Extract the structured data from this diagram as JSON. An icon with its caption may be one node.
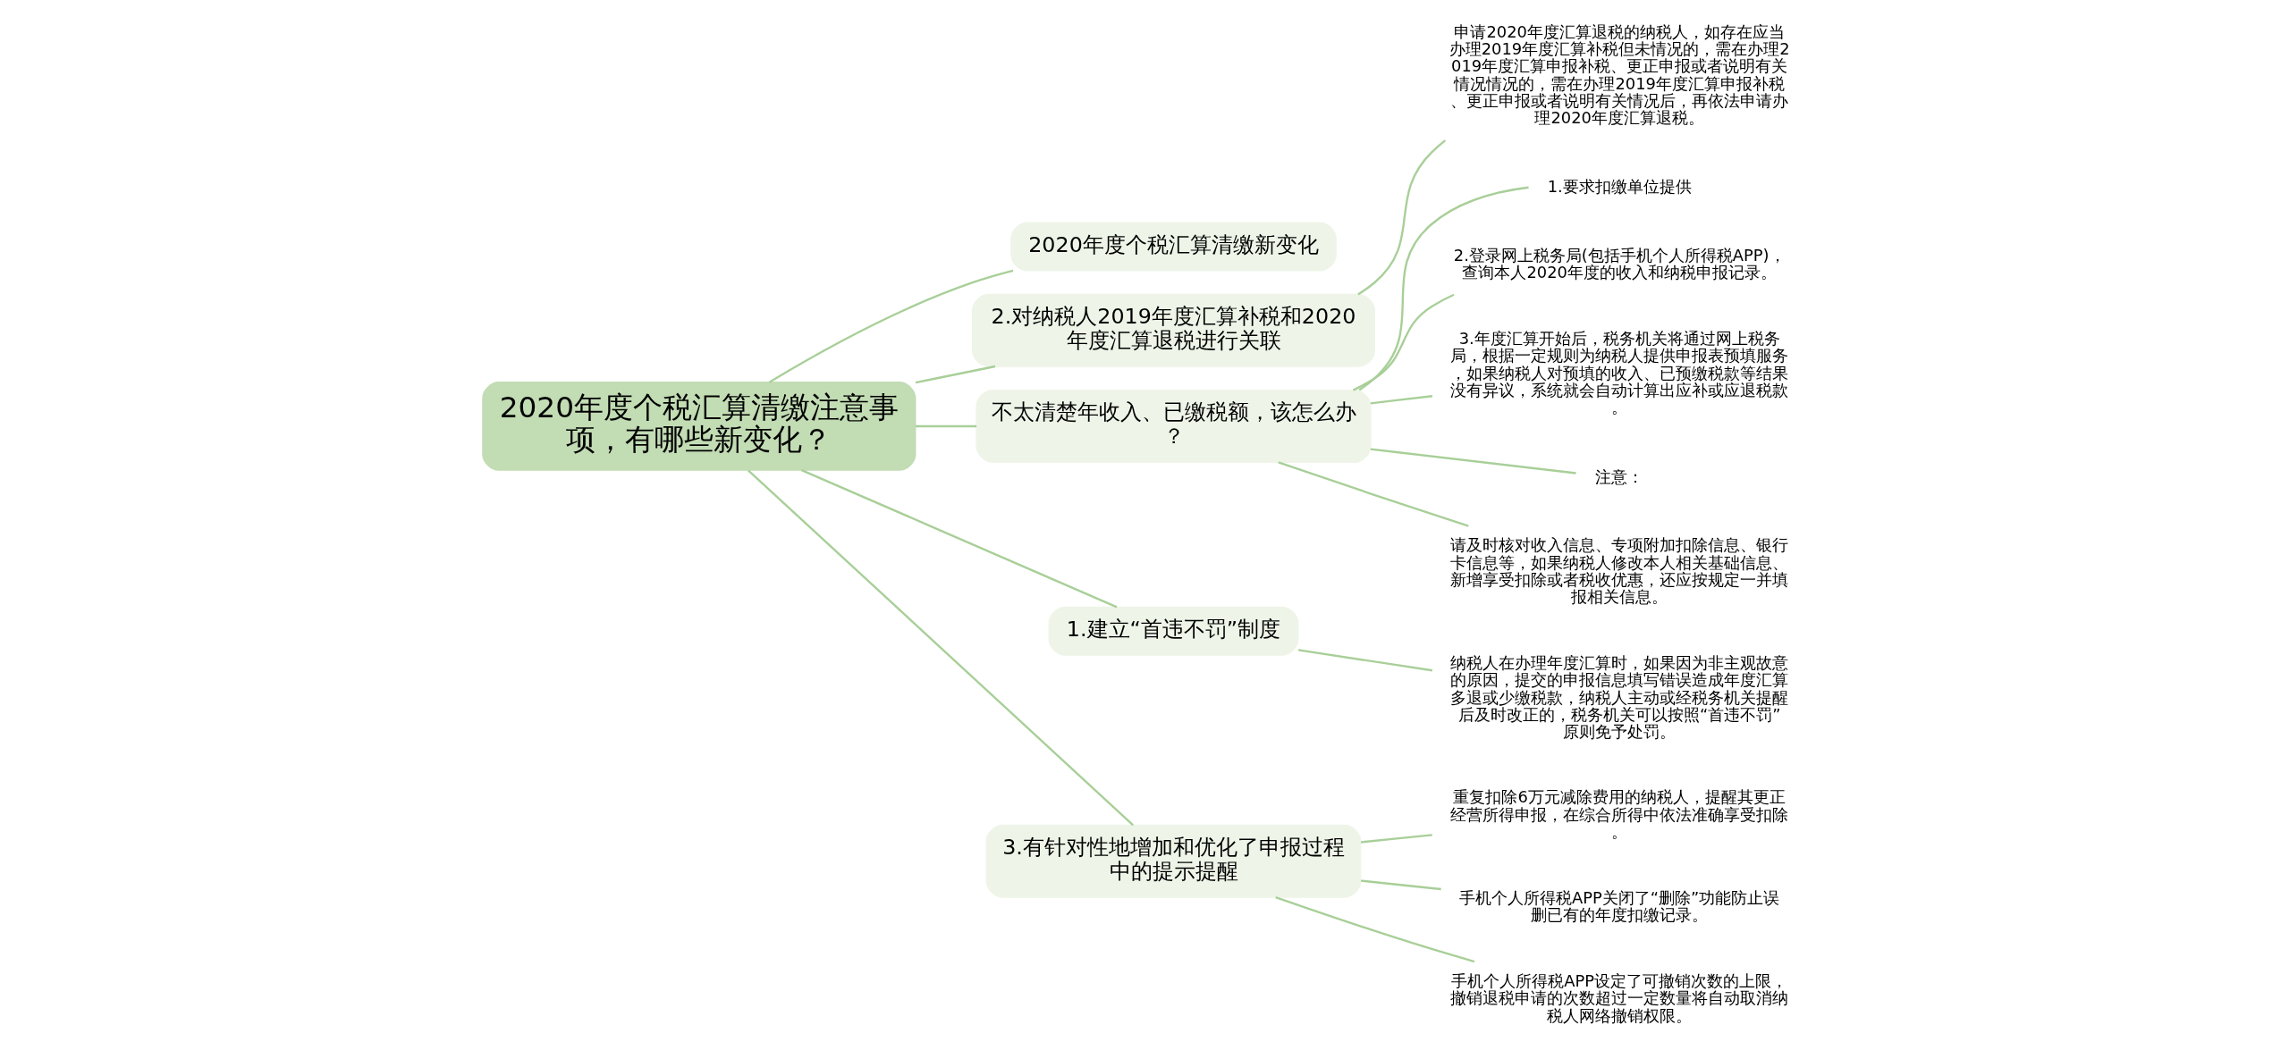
{
  "diagram": {
    "nodes": [
      {
        "text": [
          "2020年度个税汇算清缴注意事项，有哪些新变化？"
        ]
      },
      {
        "text": [
          "2020年度个税汇算清缴新变化"
        ]
      },
      {
        "text": [
          "2.对纳税人2019年度汇算补税和2020年度汇算退税进行关联"
        ]
      },
      {
        "text": [
          "申请2020年度汇算退税的纳税人，如存在应当办理2019年度汇算补税但未情况的，需在办理2019年度汇算申报补税、更正申报或者说明有关情况情况的，需在办理2019年度汇算申报补税、更正申报或者说明有关情况后，再依法申请办理2020年度汇算退税。"
        ]
      },
      {
        "text": [
          "不太清楚年收入、已缴税额，该怎么办？"
        ]
      },
      {
        "text": [
          "1.要求扣缴单位提供"
        ]
      },
      {
        "text": [
          "2.登录网上税务局(包括手机个人所得税APP)，查询本人2020年度的收入和纳税申报记录。"
        ]
      },
      {
        "text": [
          "3.年度汇算开始后，税务机关将通过网上税务局，根据一定规则为纳税人提供申报表预填服务，如果纳税人对预填的收入、已预缴税款等结果没有异议，系统就会自动计算出应补或应退税款。"
        ]
      },
      {
        "text": [
          "注意："
        ]
      },
      {
        "text": [
          "请及时核对收入信息、专项附加扣除信息、银行卡信息等，如果纳税人修改本人相关基础信息、新增享受扣除或者税收优惠，还应按规定一并填报相关信息。"
        ]
      },
      {
        "text": [
          "1.建立“首违不罚”制度"
        ]
      },
      {
        "text": [
          "纳税人在办理年度汇算时，如果因为非主观故意的原因，提交的申报信息填写错误造成年度汇算多退或少缴税款，纳税人主动或经税务机关提醒后及时改正的，税务机关可以按照“首违不罚”原则免予处罚。"
        ]
      },
      {
        "text": [
          "3.有针对性地增加和优化了申报过程中的提示提醒"
        ]
      },
      {
        "text": [
          "重复扣除6万元减除费用的纳税人，提醒其更正经营所得申报，在综合所得中依法准确享受扣除。"
        ]
      },
      {
        "text": [
          "手机个人所得税APP关闭了“删除”功能防止误删已有的年度扣缴记录。"
        ]
      },
      {
        "text": [
          "手机个人所得税APP设定了可撤销次数的上限，撤销退税申请的次数超过一定数量将自动取消纳税人网络撤销权限。"
        ]
      }
    ],
    "edges": [
      {
        "from": 0,
        "to": 1,
        "arrow": "none"
      },
      {
        "from": 0,
        "to": 2,
        "arrow": "none"
      },
      {
        "from": 2,
        "to": 3,
        "arrow": "none"
      },
      {
        "from": 0,
        "to": 4,
        "arrow": "none"
      },
      {
        "from": 4,
        "to": 5,
        "arrow": "none"
      },
      {
        "from": 4,
        "to": 6,
        "arrow": "none"
      },
      {
        "from": 4,
        "to": 7,
        "arrow": "none"
      },
      {
        "from": 4,
        "to": 8,
        "arrow": "none"
      },
      {
        "from": 4,
        "to": 9,
        "arrow": "none"
      },
      {
        "from": 0,
        "to": 10,
        "arrow": "none"
      },
      {
        "from": 10,
        "to": 11,
        "arrow": "none"
      },
      {
        "from": 0,
        "to": 12,
        "arrow": "none"
      },
      {
        "from": 12,
        "to": 13,
        "arrow": "none"
      },
      {
        "from": 12,
        "to": 14,
        "arrow": "none"
      },
      {
        "from": 12,
        "to": 15,
        "arrow": "none"
      }
    ]
  }
}
